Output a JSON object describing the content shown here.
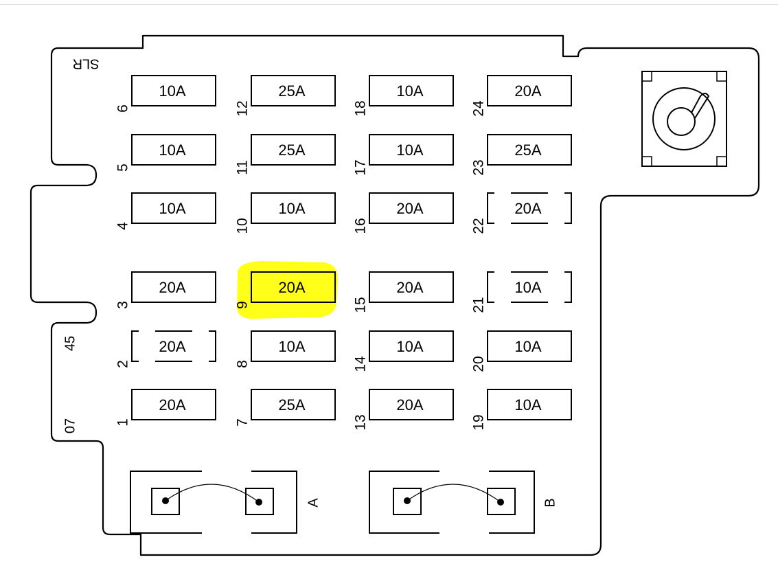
{
  "panel": {
    "code_top": "SLR",
    "code_left_top": "45",
    "code_left_bottom": "07"
  },
  "fuses": [
    {
      "position": "1",
      "rating": "20A"
    },
    {
      "position": "2",
      "rating": "20A"
    },
    {
      "position": "3",
      "rating": "20A"
    },
    {
      "position": "4",
      "rating": "10A"
    },
    {
      "position": "5",
      "rating": "10A"
    },
    {
      "position": "6",
      "rating": "10A"
    },
    {
      "position": "7",
      "rating": "25A"
    },
    {
      "position": "8",
      "rating": "10A"
    },
    {
      "position": "9",
      "rating": "20A",
      "highlighted": true
    },
    {
      "position": "10",
      "rating": "10A"
    },
    {
      "position": "11",
      "rating": "25A"
    },
    {
      "position": "12",
      "rating": "25A"
    },
    {
      "position": "13",
      "rating": "20A"
    },
    {
      "position": "14",
      "rating": "10A"
    },
    {
      "position": "15",
      "rating": "20A"
    },
    {
      "position": "16",
      "rating": "20A"
    },
    {
      "position": "17",
      "rating": "10A"
    },
    {
      "position": "18",
      "rating": "10A"
    },
    {
      "position": "19",
      "rating": "10A"
    },
    {
      "position": "20",
      "rating": "10A"
    },
    {
      "position": "21",
      "rating": "10A"
    },
    {
      "position": "22",
      "rating": "20A"
    },
    {
      "position": "23",
      "rating": "25A"
    },
    {
      "position": "24",
      "rating": "20A"
    }
  ],
  "relays": [
    {
      "label": "A"
    },
    {
      "label": "B"
    }
  ],
  "colors": {
    "highlight": "#ffff1a",
    "line": "#000000"
  },
  "icons": {
    "rotary_switch": "rotary-switch-icon"
  }
}
